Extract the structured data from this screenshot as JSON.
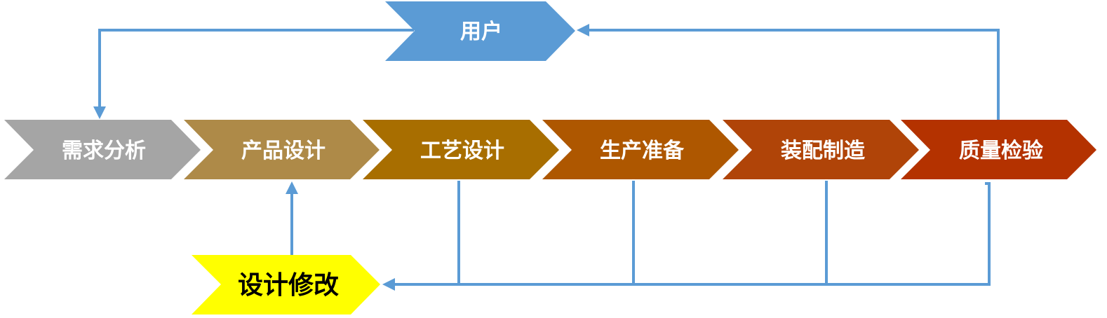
{
  "user": {
    "label": "用户",
    "color": "#5b9bd5"
  },
  "process": [
    {
      "label": "需求分析",
      "color": "#a5a5a5"
    },
    {
      "label": "产品设计",
      "color": "#ae8a48"
    },
    {
      "label": "工艺设计",
      "color": "#a86e00"
    },
    {
      "label": "生产准备",
      "color": "#ae5700"
    },
    {
      "label": "装配制造",
      "color": "#b04408"
    },
    {
      "label": "质量检验",
      "color": "#b43200"
    }
  ],
  "revision": {
    "label": "设计修改",
    "color": "#ffff00"
  },
  "connector_color": "#5b9bd5"
}
